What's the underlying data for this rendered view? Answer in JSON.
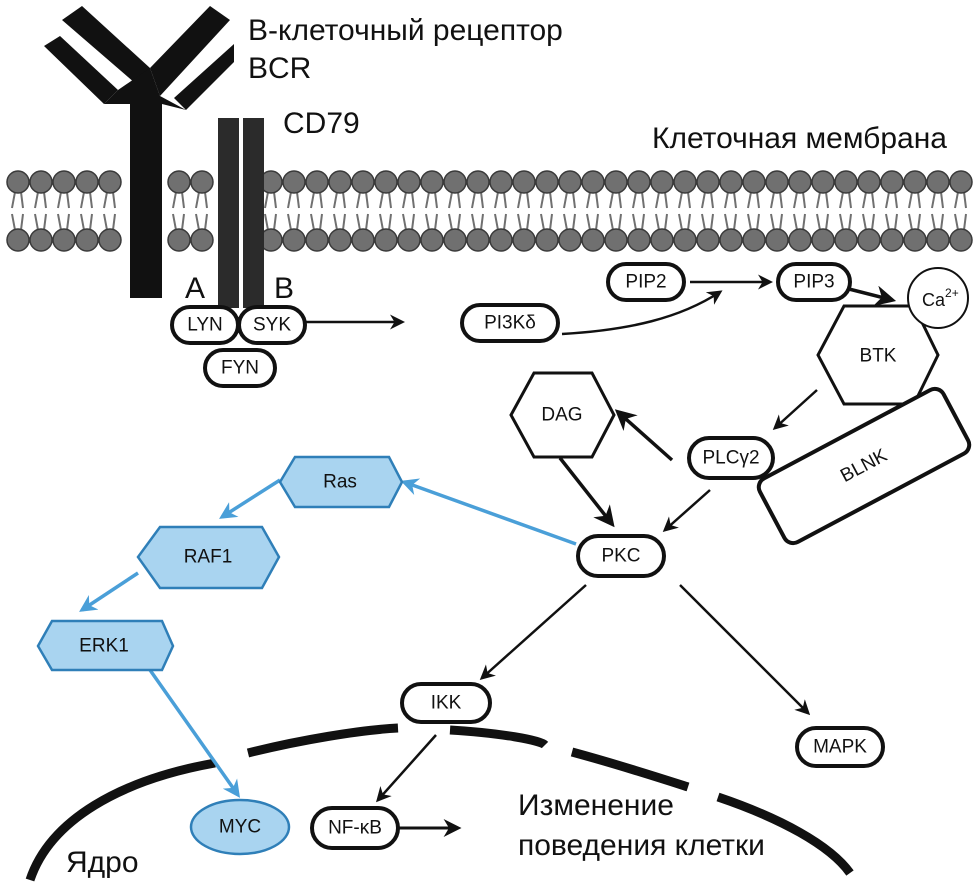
{
  "labels": {
    "bcr_line1": "В-клеточный рецептор",
    "bcr_line2": "BCR",
    "cd79": "CD79",
    "membrane": "Клеточная мембрана",
    "cd79_a": "A",
    "cd79_b": "B",
    "nucleus": "Ядро",
    "outcome_line1": "Изменение",
    "outcome_line2": "поведения клетки"
  },
  "nodes": {
    "lyn": "LYN",
    "syk": "SYK",
    "fyn": "FYN",
    "pi3k": "PI3Kδ",
    "pip2": "PIP2",
    "pip3": "PIP3",
    "ca": "Ca",
    "ca_sup": "2+",
    "btk": "BTK",
    "dag": "DAG",
    "plc": "PLCγ2",
    "blnk": "BLNK",
    "pkc": "PKC",
    "ras": "Ras",
    "raf1": "RAF1",
    "erk1": "ERK1",
    "ikk": "IKK",
    "mapk": "MAPK",
    "myc": "MYC",
    "nfkb": "NF-κB"
  },
  "colors": {
    "blue_fill": "#a9d4f0",
    "blue_stroke": "#2f7fb8",
    "blue_arrow": "#4a9fd8",
    "lipid": "#707070"
  }
}
